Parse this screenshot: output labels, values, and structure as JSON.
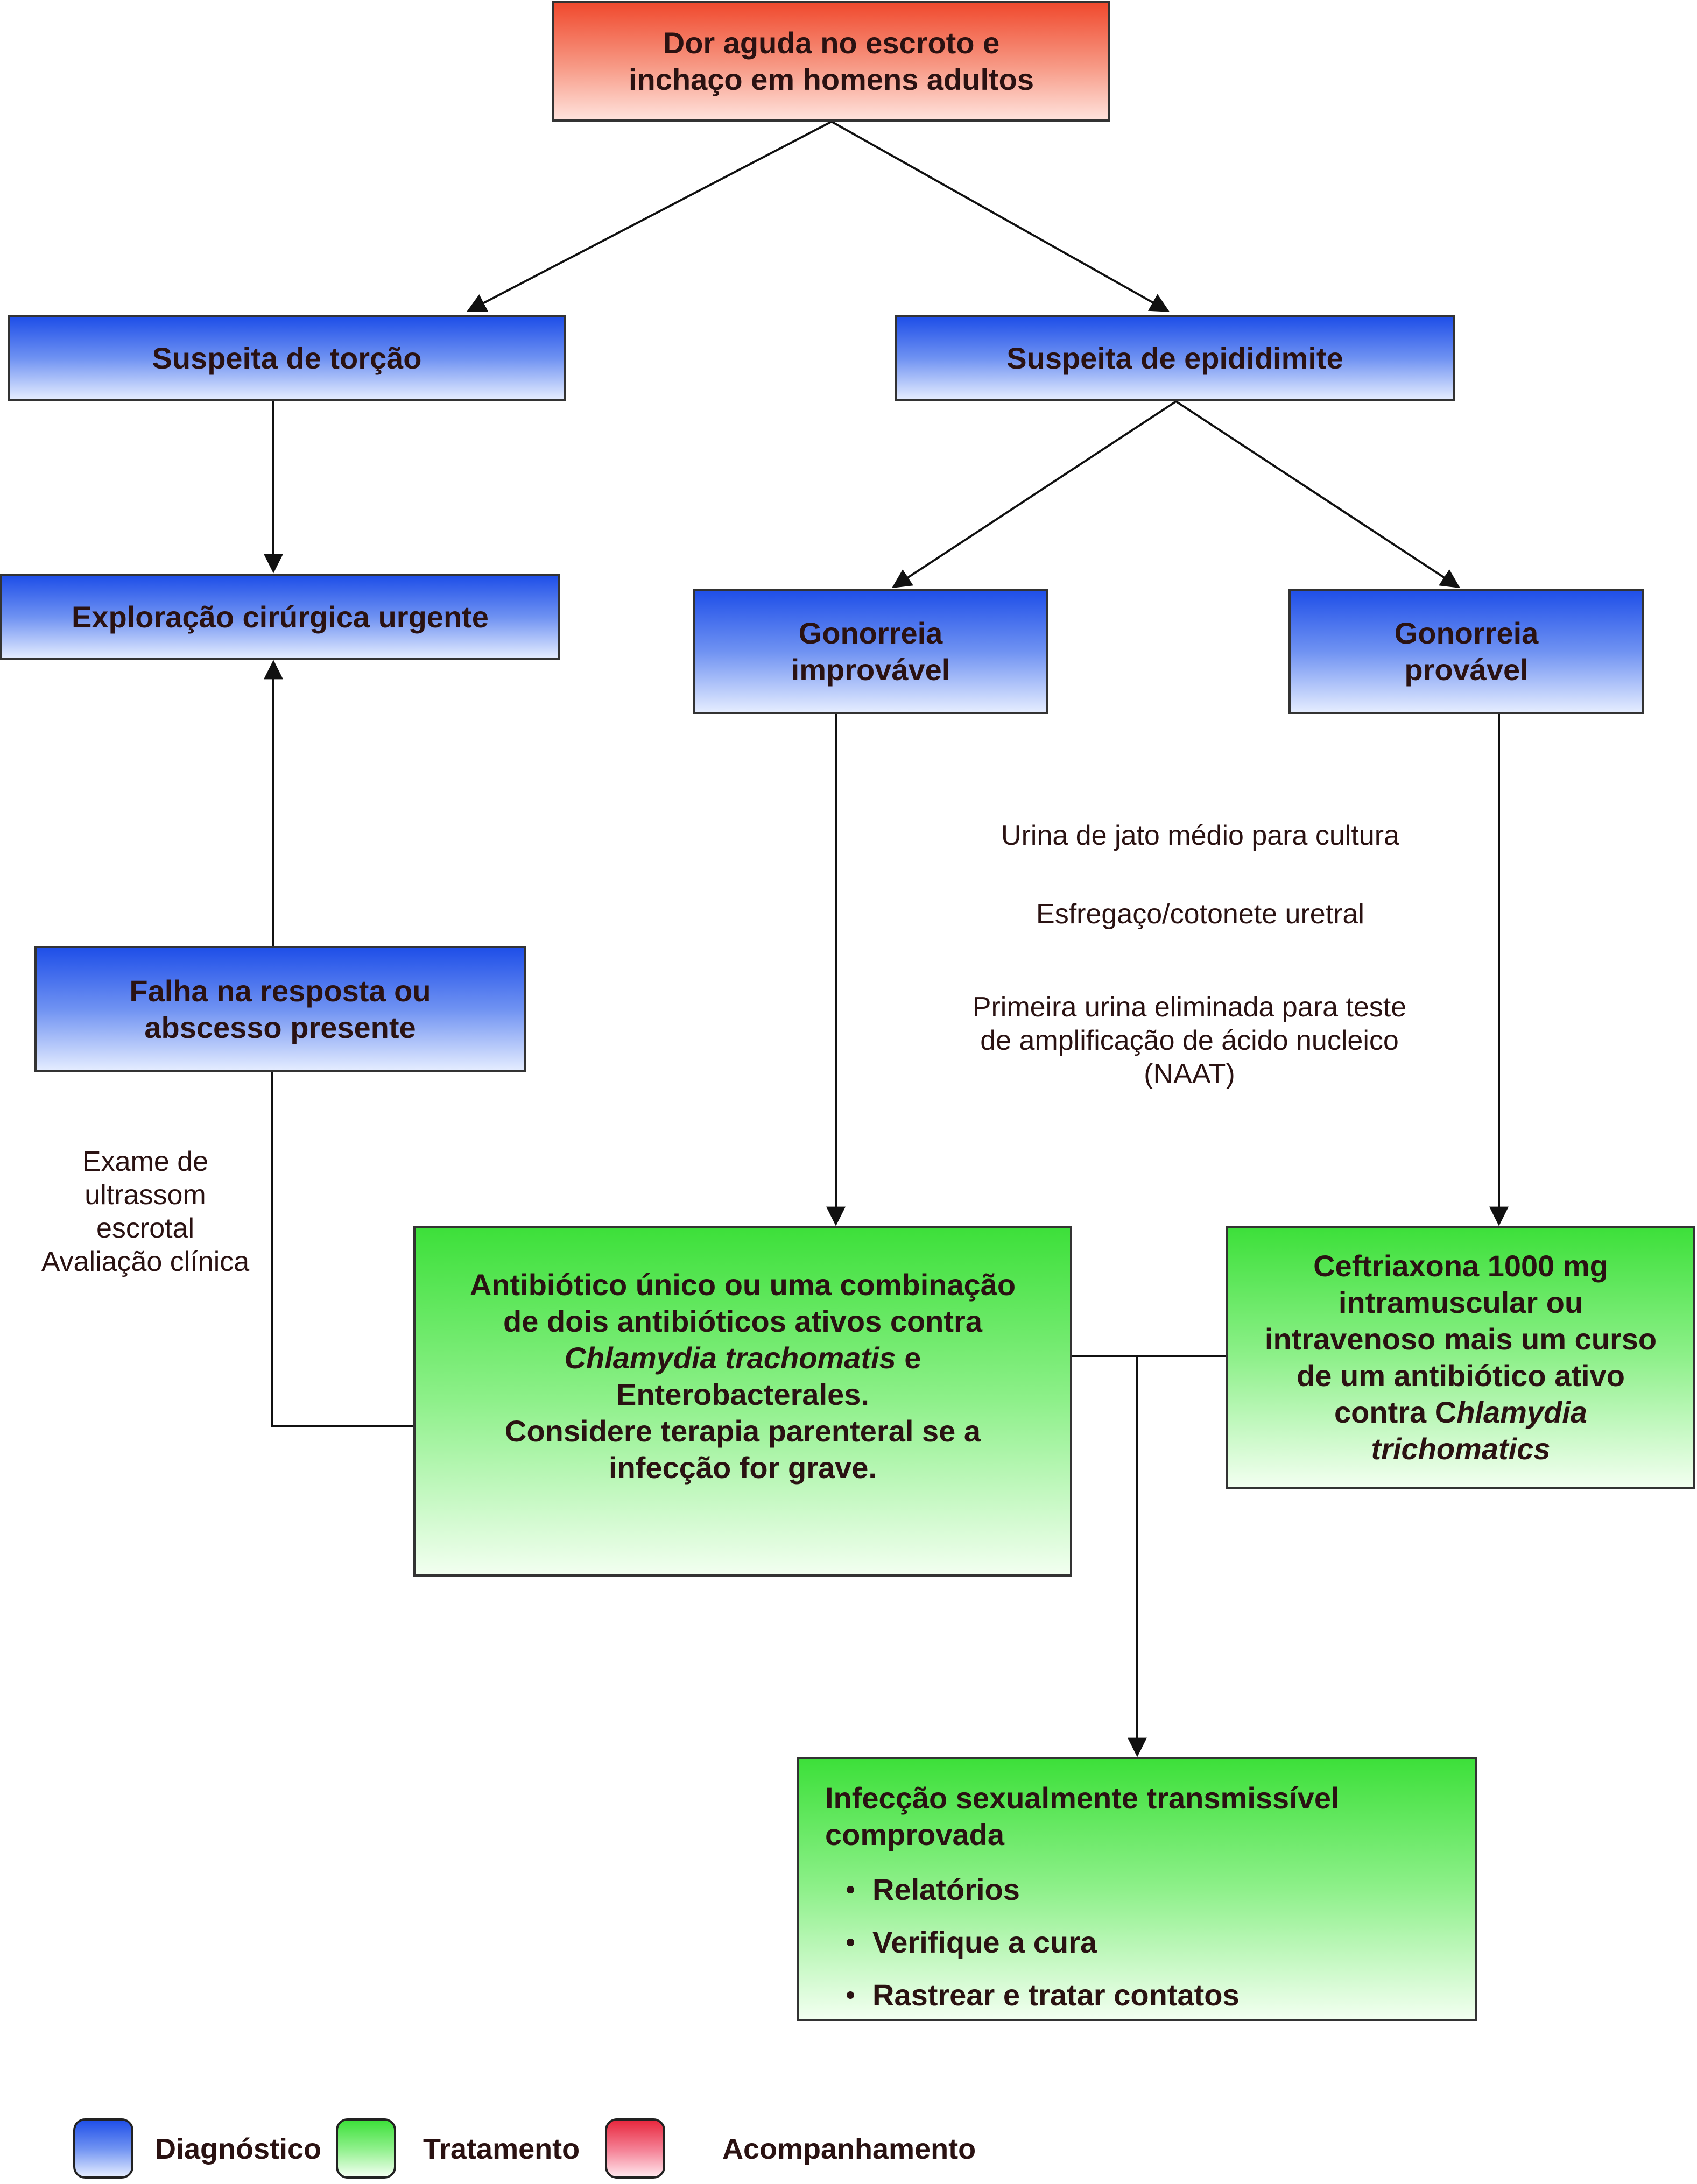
{
  "nodes": {
    "start": {
      "line1": "Dor aguda no escroto e",
      "line2": "inchaço em homens adultos"
    },
    "torsion": {
      "label": "Suspeita de torção"
    },
    "epididymitis": {
      "label": "Suspeita de epididimite"
    },
    "surgery": {
      "label": "Exploração cirúrgica urgente"
    },
    "gon_unlikely": {
      "line1": "Gonorreia",
      "line2": "improvável"
    },
    "gon_likely": {
      "line1": "Gonorreia",
      "line2": "provável"
    },
    "failure": {
      "line1": "Falha na resposta ou",
      "line2": "abscesso presente"
    },
    "antibiotic": {
      "line1": "Antibiótico único ou uma combinação",
      "line2": "de dois antibióticos ativos contra",
      "line3_italic": "Chlamydia trachomatis",
      "line3_rest": " e",
      "line4": "Enterobacterales.",
      "line5": "Considere terapia parenteral se a",
      "line6": "infecção for grave."
    },
    "ceftriaxone": {
      "line1": "Ceftriaxona 1000 mg",
      "line2": "intramuscular ou",
      "line3": "intravenoso mais um curso",
      "line4": "de um antibiótico ativo",
      "line5_plain": "contra C",
      "line5_italic": "hlamydia",
      "line6_italic": "trichomatics"
    },
    "sti": {
      "line1": "Infecção sexualmente transmissível",
      "line2": "comprovada",
      "bullets": [
        "Relatórios",
        "Verifique a cura",
        "Rastrear e tratar contatos"
      ]
    }
  },
  "notes": {
    "tests": {
      "t1": "Urina de jato médio para cultura",
      "t2": "Esfregaço/cotonete uretral",
      "t3a": "Primeira urina eliminada para teste",
      "t3b": "de amplificação de ácido nucleico",
      "t3c": "(NAAT)"
    },
    "ultrasound": {
      "l1": "Exame de",
      "l2": "ultrassom",
      "l3": "escrotal",
      "l4": "Avaliação clínica"
    }
  },
  "legend": [
    {
      "label": "Diagnóstico",
      "color": "#2d5cf0"
    },
    {
      "label": "Tratamento",
      "color": "#4fe24a"
    },
    {
      "label": "Acompanhamento",
      "color": "#e8283e"
    }
  ]
}
